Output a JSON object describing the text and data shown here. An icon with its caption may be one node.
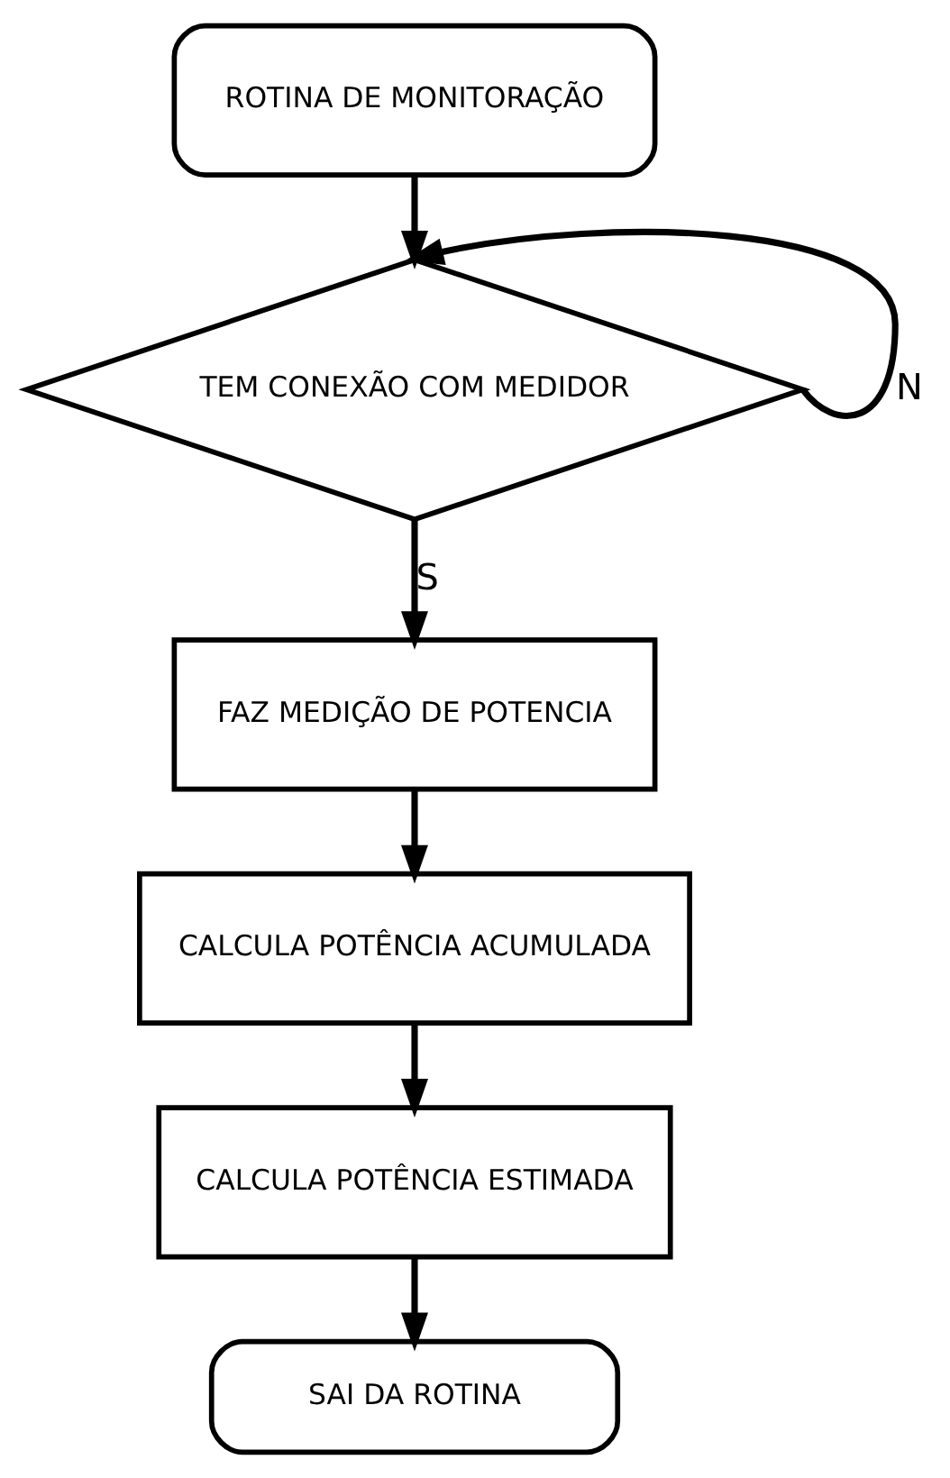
{
  "diagram": {
    "nodes": [
      {
        "text": [
          "ROTINA DE MONITORAÇÃO"
        ]
      },
      {
        "text": [
          "TEM CONEXÃO COM MEDIDOR"
        ]
      },
      {
        "text": [
          "FAZ MEDIÇÃO DE POTENCIA"
        ]
      },
      {
        "text": [
          "CALCULA POTÊNCIA ACUMULADA"
        ]
      },
      {
        "text": [
          "CALCULA POTÊNCIA ESTIMADA"
        ]
      },
      {
        "text": [
          "SAI DA ROTINA"
        ]
      }
    ],
    "edges": [
      {
        "from": 0,
        "to": 1,
        "arrow": "to"
      },
      {
        "from": 1,
        "to": 1,
        "arrow": "to",
        "label": "N"
      },
      {
        "from": 1,
        "to": 2,
        "arrow": "to",
        "label": "S"
      },
      {
        "from": 2,
        "to": 3,
        "arrow": "to"
      },
      {
        "from": 3,
        "to": 4,
        "arrow": "to"
      },
      {
        "from": 4,
        "to": 5,
        "arrow": "to"
      }
    ]
  }
}
